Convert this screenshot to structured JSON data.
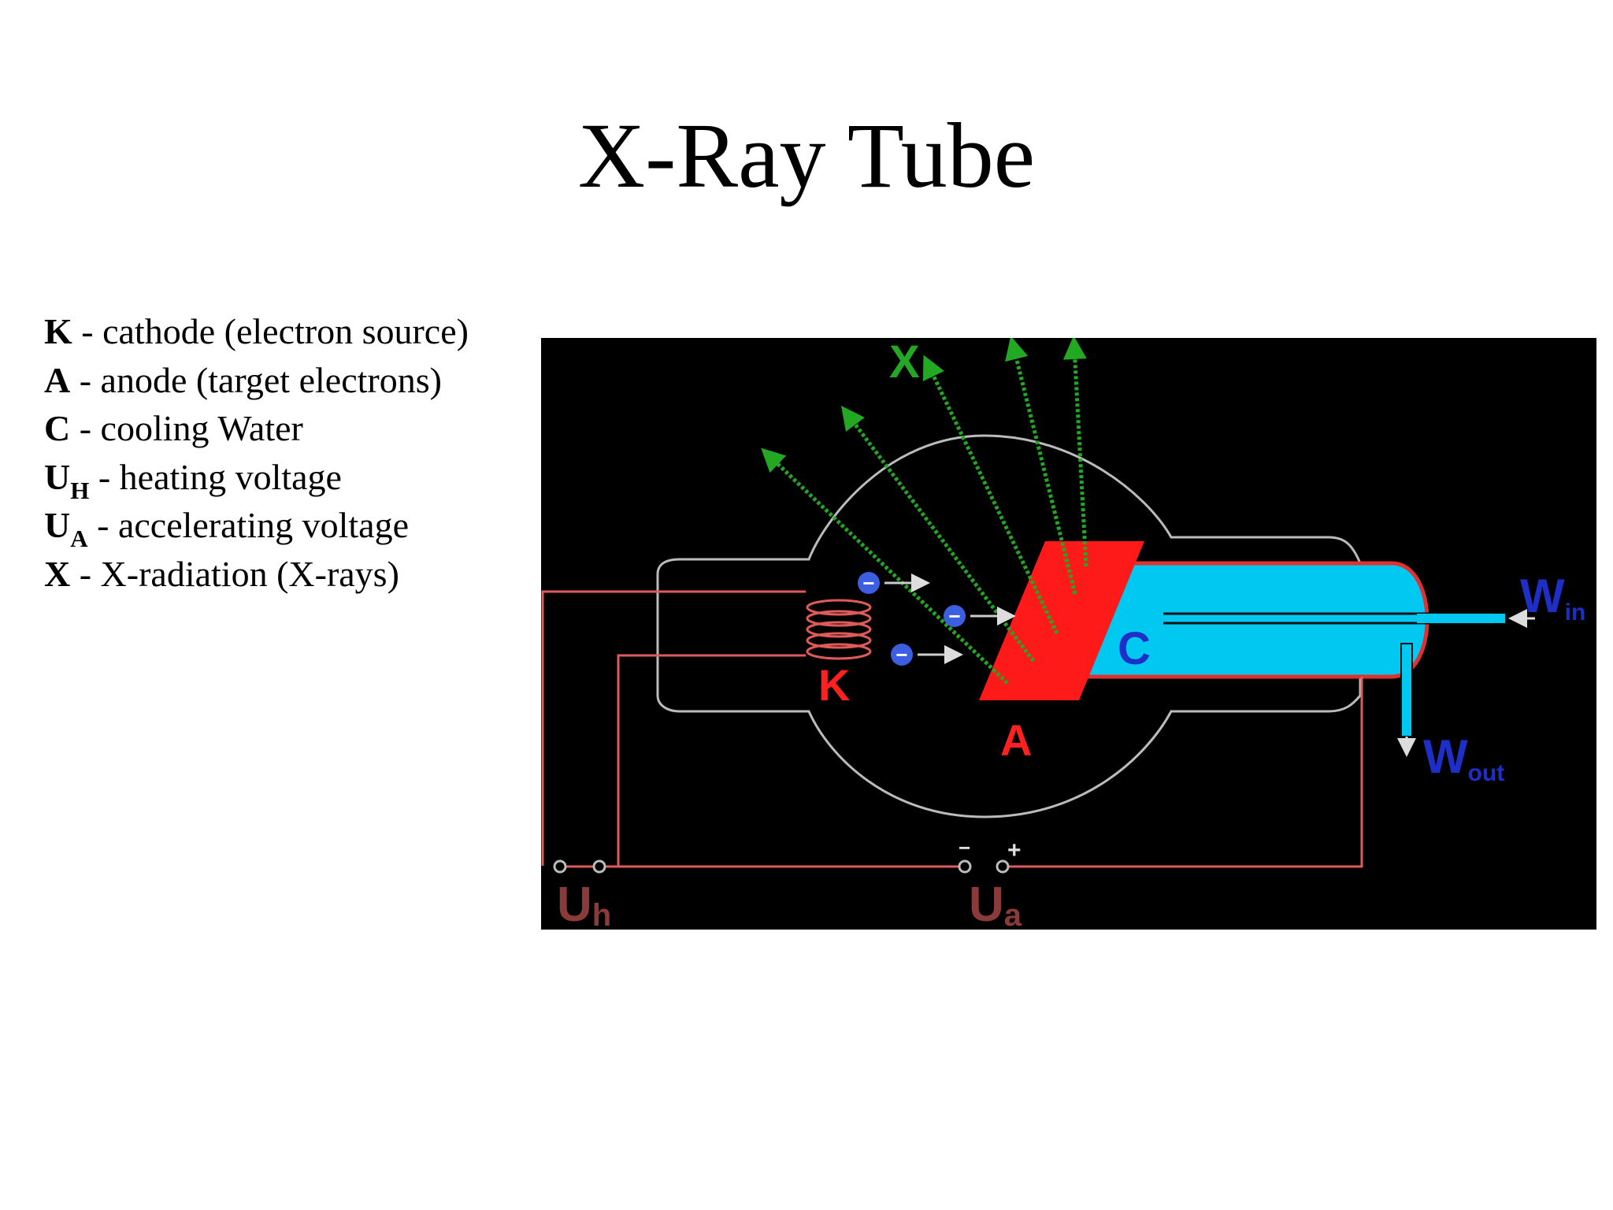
{
  "title": "X-Ray Tube",
  "legend": [
    {
      "symbol": "K",
      "sub": "",
      "text": " - cathode (electron source)"
    },
    {
      "symbol": "A",
      "sub": "",
      "text": " - anode (target electrons)"
    },
    {
      "symbol": "C",
      "sub": "",
      "text": " - cooling Water"
    },
    {
      "symbol": "U",
      "sub": "H",
      "text": " - heating voltage"
    },
    {
      "symbol": "U",
      "sub": "A",
      "text": " - accelerating voltage"
    },
    {
      "symbol": "X",
      "sub": "",
      "text": " - X-radiation (X-rays)"
    }
  ],
  "diagram": {
    "label_x": "X",
    "label_k": "K",
    "label_a": "A",
    "label_c": "C",
    "w_in": "W",
    "w_in_sub": "in",
    "w_out": "W",
    "w_out_sub": "out",
    "u_h": "U",
    "u_h_sub": "h",
    "u_a": "U",
    "u_a_sub": "a",
    "minus": "−",
    "plus": "+",
    "electron_sign": "−",
    "colors": {
      "background": "#000000",
      "anode": "#ff1a1a",
      "cooling": "#00c8f0",
      "xray": "#22a822",
      "electron": "#3b5fe0",
      "circuit": "#e05a5a",
      "voltage_label": "#8b3a3a",
      "water_label": "#1e2fc8"
    }
  }
}
